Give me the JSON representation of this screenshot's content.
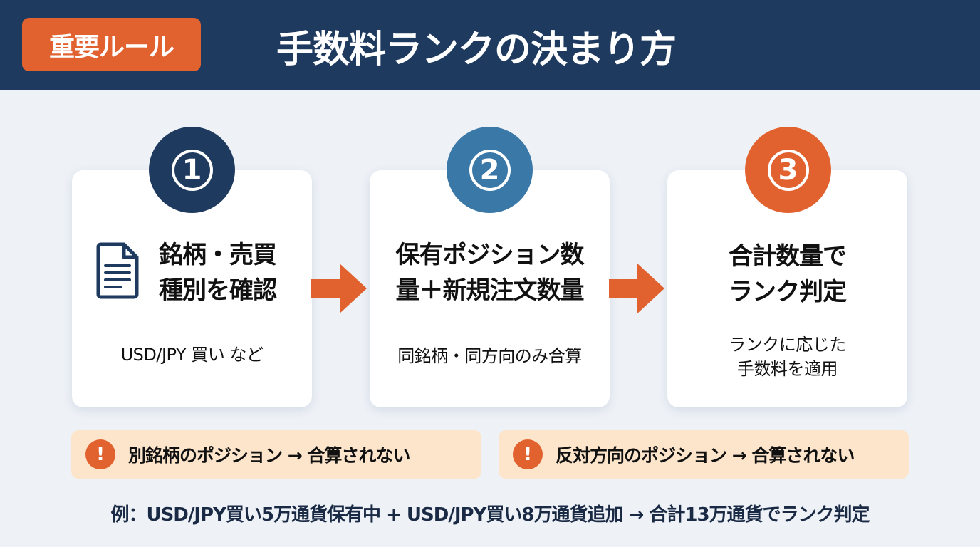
{
  "header": {
    "badge": "重要ルール",
    "title": "手数料ランクの決まり方"
  },
  "colors": {
    "navy": "#1e3a5f",
    "blue": "#3a78a8",
    "orange": "#e2622f",
    "warning_bg": "#fde5cc",
    "background": "#eef2f7"
  },
  "steps": [
    {
      "number": "1",
      "icon": "document-icon",
      "title_lines": [
        "銘柄・売買",
        "種別を確認"
      ],
      "sub_lines": [
        "USD/JPY 買い など"
      ]
    },
    {
      "number": "2",
      "title_lines": [
        "保有ポジション数",
        "量＋新規注文数量"
      ],
      "sub_lines": [
        "同銘柄・同方向のみ合算"
      ]
    },
    {
      "number": "3",
      "title_lines": [
        "合計数量で",
        "ランク判定"
      ],
      "sub_lines": [
        "ランクに応じた",
        "手数料を適用"
      ]
    }
  ],
  "warnings": [
    {
      "icon": "exclamation-icon",
      "text": "別銘柄のポジション → 合算されない"
    },
    {
      "icon": "exclamation-icon",
      "text": "反対方向のポジション → 合算されない"
    }
  ],
  "example": "例：USD/JPY買い5万通貨保有中 + USD/JPY買い8万通貨追加 → 合計13万通貨でランク判定"
}
